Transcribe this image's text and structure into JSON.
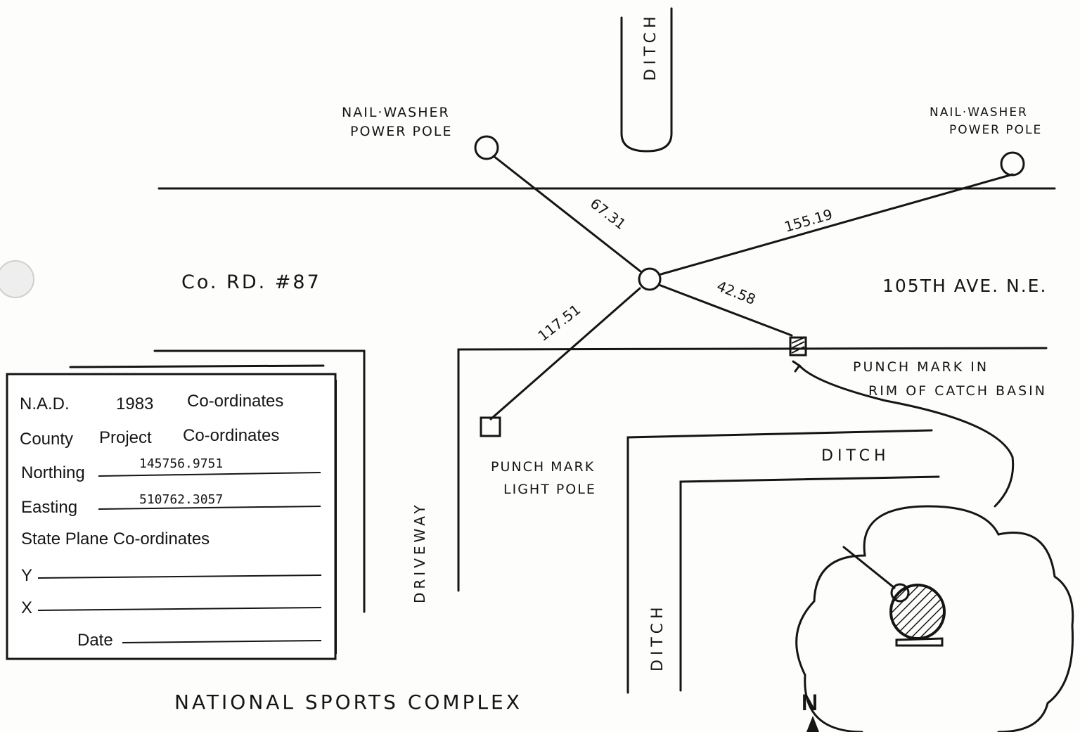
{
  "labels": {
    "ditch_top": "DITCH",
    "nail_left_line1": "NAIL·WASHER",
    "nail_left_line2": "POWER POLE",
    "nail_right_line1": "NAIL·WASHER",
    "nail_right_line2": "POWER POLE",
    "road_left": "Co. RD. #87",
    "road_right": "105TH AVE. N.E.",
    "punch_basin_line1": "PUNCH MARK IN",
    "punch_basin_line2": "RIM OF CATCH BASIN",
    "punch_light_line1": "PUNCH MARK",
    "punch_light_line2": "LIGHT POLE",
    "ditch_right": "DITCH",
    "ditch_bottom": "DITCH",
    "driveway": "DRIVEWAY",
    "complex": "NATIONAL SPORTS COMPLEX",
    "north": "N"
  },
  "distances": {
    "to_left_pole": "67.31",
    "to_right_pole": "155.19",
    "to_catch_basin": "42.58",
    "to_light_pole": "117.51"
  },
  "form": {
    "nad": "N.A.D.",
    "year": "1983",
    "coords1": "Co-ordinates",
    "county": "County",
    "project": "Project",
    "coords2": "Co-ordinates",
    "northing_label": "Northing",
    "northing_value": "145756.9751",
    "easting_label": "Easting",
    "easting_value": "510762.3057",
    "state_plane": "State Plane Co-ordinates",
    "y_label": "Y",
    "x_label": "X",
    "date_label": "Date"
  }
}
